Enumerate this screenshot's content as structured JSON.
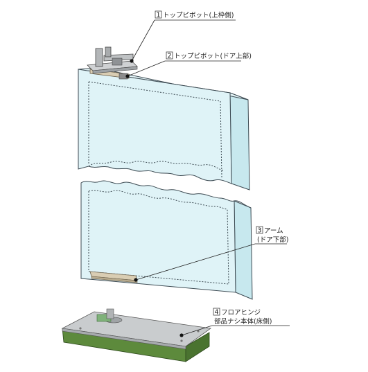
{
  "labels": {
    "top_pivot_frame": {
      "num": "1",
      "text": "トップピボット(上枠側)"
    },
    "top_pivot_door": {
      "num": "2",
      "text": "トップピボット(ドア上部)"
    },
    "arm": {
      "num": "3",
      "text": "アーム",
      "sub": "(ドア下部)"
    },
    "floor_hinge": {
      "num": "4",
      "text": "フロアヒンジ",
      "sub": "部品ナシ本体(床側)"
    }
  },
  "colors": {
    "glass": "#dff3f7",
    "glass_edge": "#c9e9ef",
    "glass_outline": "#3c4a52",
    "floor_hinge_body": "#5d8a3c",
    "floor_hinge_plate": "#c9ccce",
    "arm": "#d9cdb3"
  }
}
